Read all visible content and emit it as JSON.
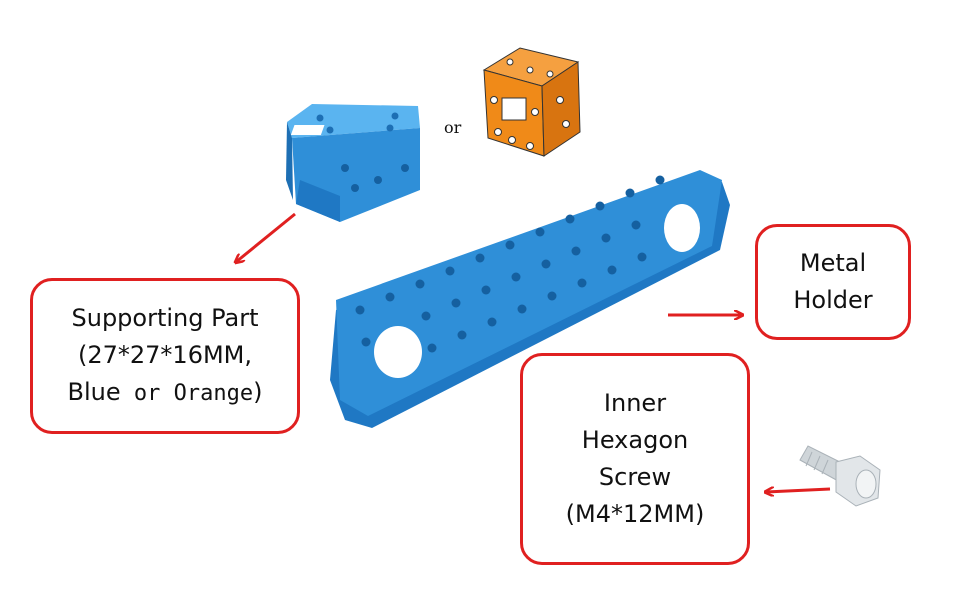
{
  "or_label": "or",
  "supporting_part": {
    "line1": "Supporting Part",
    "line2": "(27*27*16MM,",
    "line3_blue": "Blue",
    "line3_or": " or ",
    "line3_orange": "Orange",
    "line3_close": ")"
  },
  "metal_holder": {
    "line1": "Metal",
    "line2": "Holder"
  },
  "inner_screw": {
    "line1": "Inner",
    "line2": "Hexagon",
    "line3": "Screw",
    "line4": "(M4*12MM)"
  },
  "colors": {
    "blue_part": "#2f8fd8",
    "orange_part": "#f08a18",
    "arrow": "#e02020",
    "box_border": "#e02020",
    "screw": "#d8dde0"
  }
}
